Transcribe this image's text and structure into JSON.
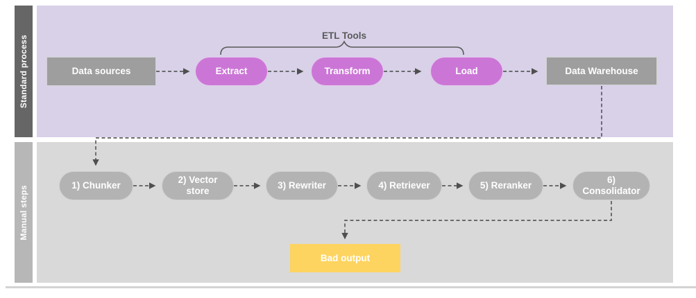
{
  "diagram": {
    "lanes": {
      "standard": {
        "label": "Standard process"
      },
      "manual": {
        "label": "Manual steps"
      }
    },
    "annotation": {
      "etl_tools": "ETL Tools"
    },
    "nodes": {
      "data_sources": "Data sources",
      "extract": "Extract",
      "transform": "Transform",
      "load": "Load",
      "data_warehouse": "Data Warehouse",
      "chunker": "1) Chunker",
      "vector_store": "2) Vector store",
      "rewriter": "3) Rewriter",
      "retriever": "4) Retriever",
      "reranker": "5) Reranker",
      "consolidator": "6) Consolidator",
      "bad_output": "Bad output"
    },
    "colors": {
      "lane_standard_bg": "#d8d1e8",
      "lane_standard_bar": "#666667",
      "lane_manual_bg": "#d9d9d9",
      "lane_manual_bar": "#b7b7b7",
      "etl_pill_fill": "#cb76d6",
      "gray_node_fill": "#9e9e9e",
      "manual_pill_fill": "#b3b3b3",
      "bad_output_fill": "#fdd45f",
      "connector_stroke": "#5b5b5b"
    }
  }
}
